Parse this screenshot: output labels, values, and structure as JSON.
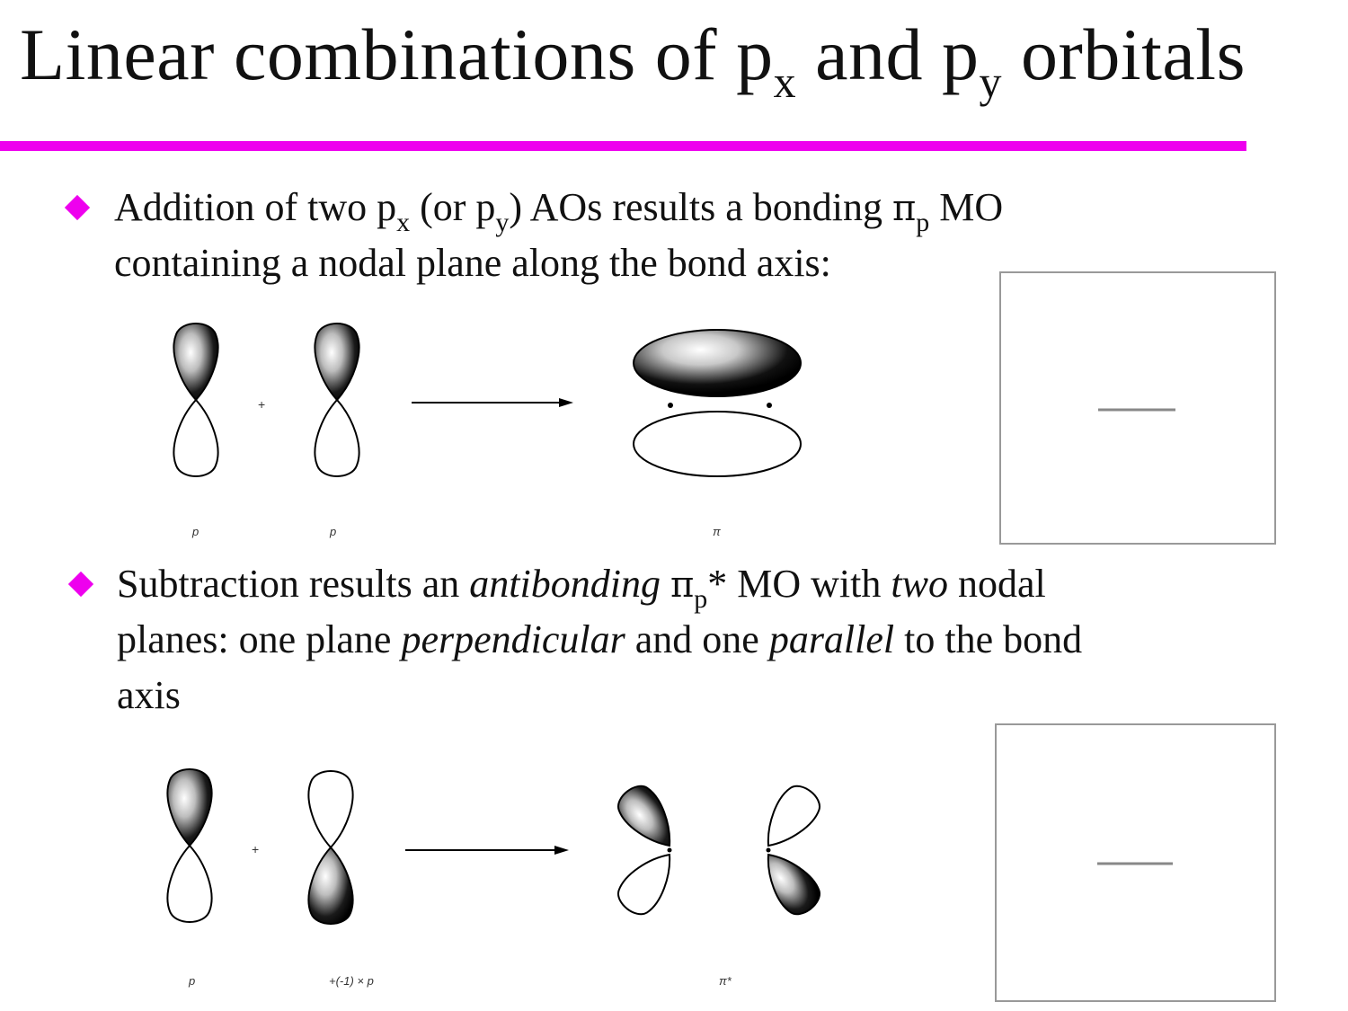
{
  "title": {
    "prefix": "Linear combinations of p",
    "sub_x": "x",
    "middle": " and p",
    "sub_y": "y",
    "suffix": " orbitals"
  },
  "bullet1": {
    "t1": "Addition of two p",
    "s1": "x",
    "t2": " (or p",
    "s2": "y",
    "t3": ") AOs results a bonding ",
    "pi": "π",
    "s3": "p",
    "t4": " MO",
    "line2": "containing a nodal plane along the bond axis:"
  },
  "bullet2": {
    "t1": "Subtraction results an ",
    "e1": "antibonding",
    "t2": " ",
    "pi": "π",
    "s1": "p",
    "t3": "* MO with ",
    "e2": "two",
    "t4": " nodal",
    "l2a": "planes: one plane ",
    "l2e1": "perpendicular",
    "l2b": " and one ",
    "l2e2": "parallel",
    "l2c": " to the bond",
    "line3": "axis"
  },
  "diagram1": {
    "label_left": "p",
    "label_middle": "p",
    "label_result": "π",
    "plus": "+"
  },
  "diagram2": {
    "label_left": "p",
    "label_middle": "+(-1) × p",
    "label_result": "π*",
    "plus": "+"
  },
  "colors": {
    "accent": "#ee00ee",
    "lobe_fill": "#000000",
    "box_border": "#999999"
  }
}
